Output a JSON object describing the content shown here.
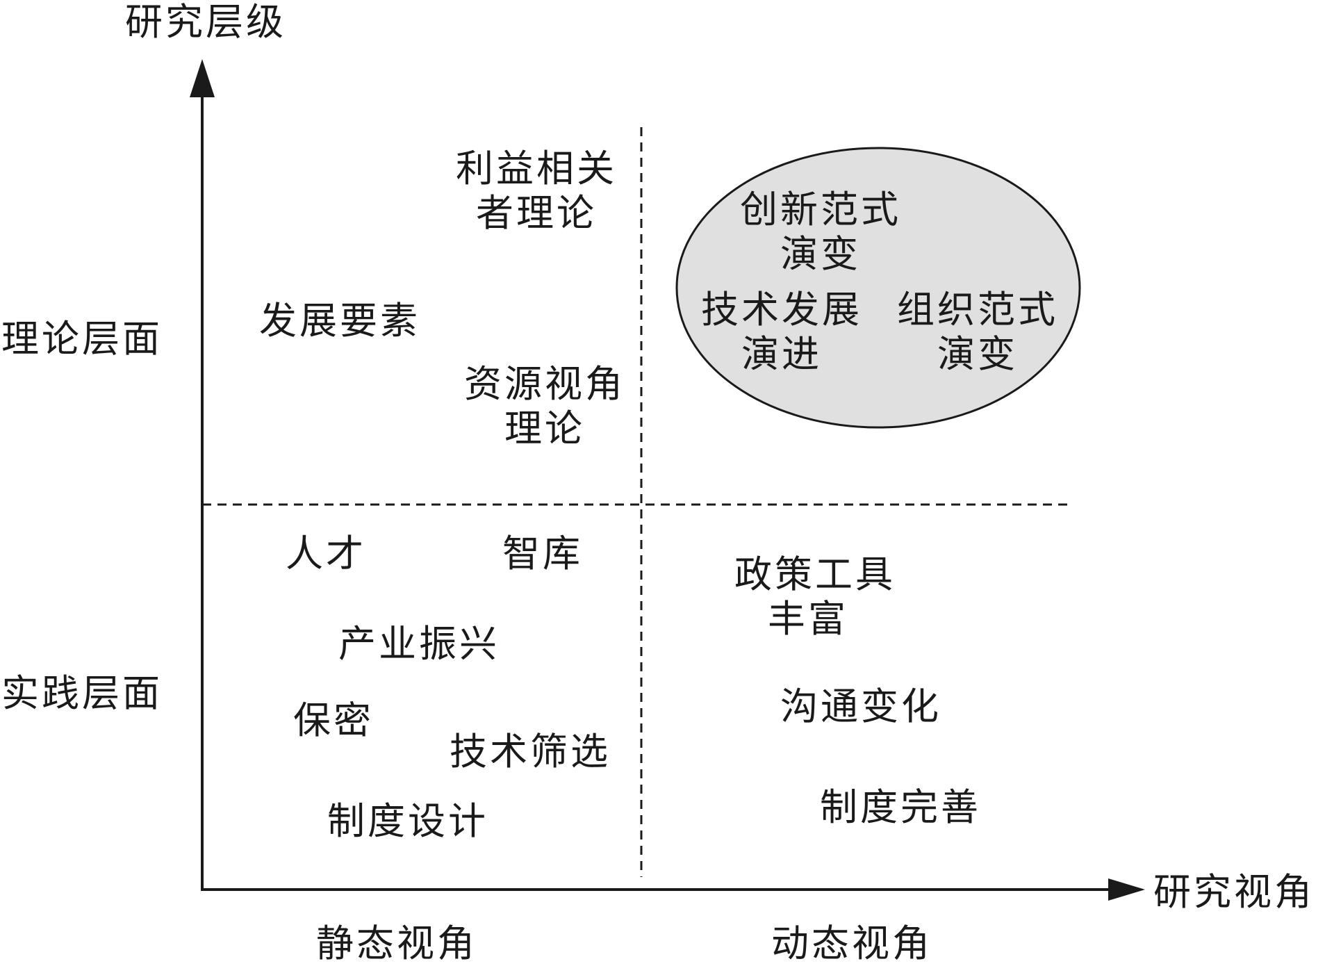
{
  "axes": {
    "y_title": "研究层级",
    "x_title": "研究视角",
    "y_levels": [
      "理论层面",
      "实践层面"
    ],
    "x_levels": [
      "静态视角",
      "动态视角"
    ]
  },
  "quadrants": {
    "theory_static": [
      {
        "lines": [
          "利益相关",
          "者理论"
        ]
      },
      {
        "lines": [
          "发展要素"
        ]
      },
      {
        "lines": [
          "资源视角",
          "理论"
        ]
      }
    ],
    "theory_dynamic_highlight": [
      {
        "lines": [
          "创新范式",
          "演变"
        ]
      },
      {
        "lines": [
          "技术发展",
          "演进"
        ]
      },
      {
        "lines": [
          "组织范式",
          "演变"
        ]
      }
    ],
    "practice_static": [
      {
        "lines": [
          "人才"
        ]
      },
      {
        "lines": [
          "智库"
        ]
      },
      {
        "lines": [
          "产业振兴"
        ]
      },
      {
        "lines": [
          "保密"
        ]
      },
      {
        "lines": [
          "技术筛选"
        ]
      },
      {
        "lines": [
          "制度设计"
        ]
      }
    ],
    "practice_dynamic": [
      {
        "lines": [
          "政策工具",
          "丰富"
        ]
      },
      {
        "lines": [
          "沟通变化"
        ]
      },
      {
        "lines": [
          "制度完善"
        ]
      }
    ]
  },
  "colors": {
    "line": "#1a1a1a",
    "highlight_fill": "#e0e0e0"
  }
}
